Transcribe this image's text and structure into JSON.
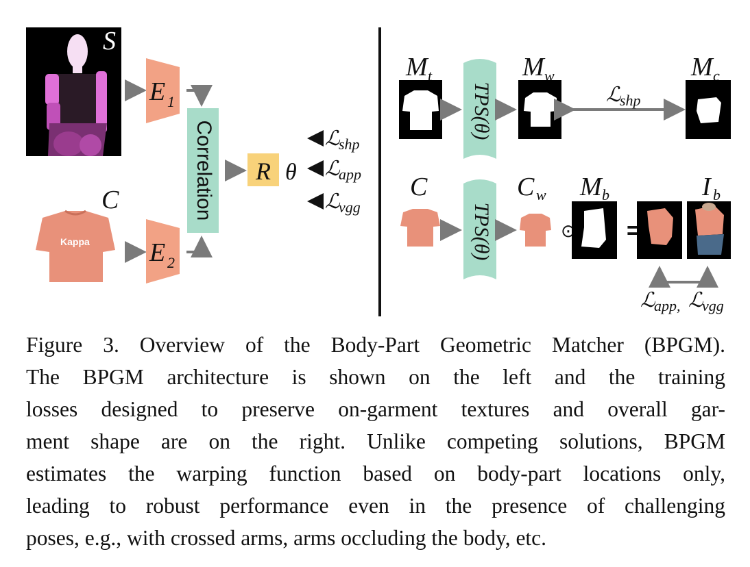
{
  "diagram": {
    "left": {
      "segmentation_label": "S",
      "cloth_label": "C",
      "encoder1": {
        "main": "E",
        "sub": "1"
      },
      "encoder2": {
        "main": "E",
        "sub": "2"
      },
      "correlation_label": "Correlation",
      "regressor_label": "R",
      "theta_label": "θ",
      "losses": [
        {
          "main": "ℒ",
          "sub": "shp"
        },
        {
          "main": "ℒ",
          "sub": "app"
        },
        {
          "main": "ℒ",
          "sub": "vgg"
        }
      ]
    },
    "right": {
      "top_row": {
        "mask_target": {
          "main": "M",
          "sub": "t"
        },
        "tps_label": "TPS(θ)",
        "mask_warped": {
          "main": "M",
          "sub": "w"
        },
        "shape_loss": {
          "main": "ℒ",
          "sub": "shp"
        },
        "mask_cloth": {
          "main": "M",
          "sub": "c"
        }
      },
      "bottom_row": {
        "cloth": "C",
        "tps_label": "TPS(θ)",
        "cloth_warped": {
          "main": "C",
          "sub": "w"
        },
        "mask_body": {
          "main": "M",
          "sub": "b"
        },
        "odot": "⊙",
        "equals": "=",
        "image_body": {
          "main": "I",
          "sub": "b"
        },
        "losses": {
          "main1": "ℒ",
          "sub1": "app,",
          "main2": "ℒ",
          "sub2": "vgg"
        }
      }
    },
    "colors": {
      "encoder": "#f2a285",
      "correlation": "#a8dcc9",
      "regressor": "#f8d27a",
      "arrow": "#7a7a7a",
      "body_dark": "#2a1a26",
      "body_pink": "#d060c8",
      "body_light": "#f3d6f0",
      "garment": "#e8917a"
    }
  },
  "caption": {
    "lines": [
      "Figure 3. Overview of the Body-Part Geometric Matcher (BPGM).",
      "The BPGM architecture is shown on the left and the training",
      "losses designed to preserve on-garment textures and overall gar-",
      "ment shape are on the right. Unlike competing solutions, BPGM",
      "estimates the warping function based on body-part locations only,",
      "leading to robust performance even in the presence of challenging",
      "poses, e.g., with crossed arms, arms occluding the body, etc."
    ]
  }
}
